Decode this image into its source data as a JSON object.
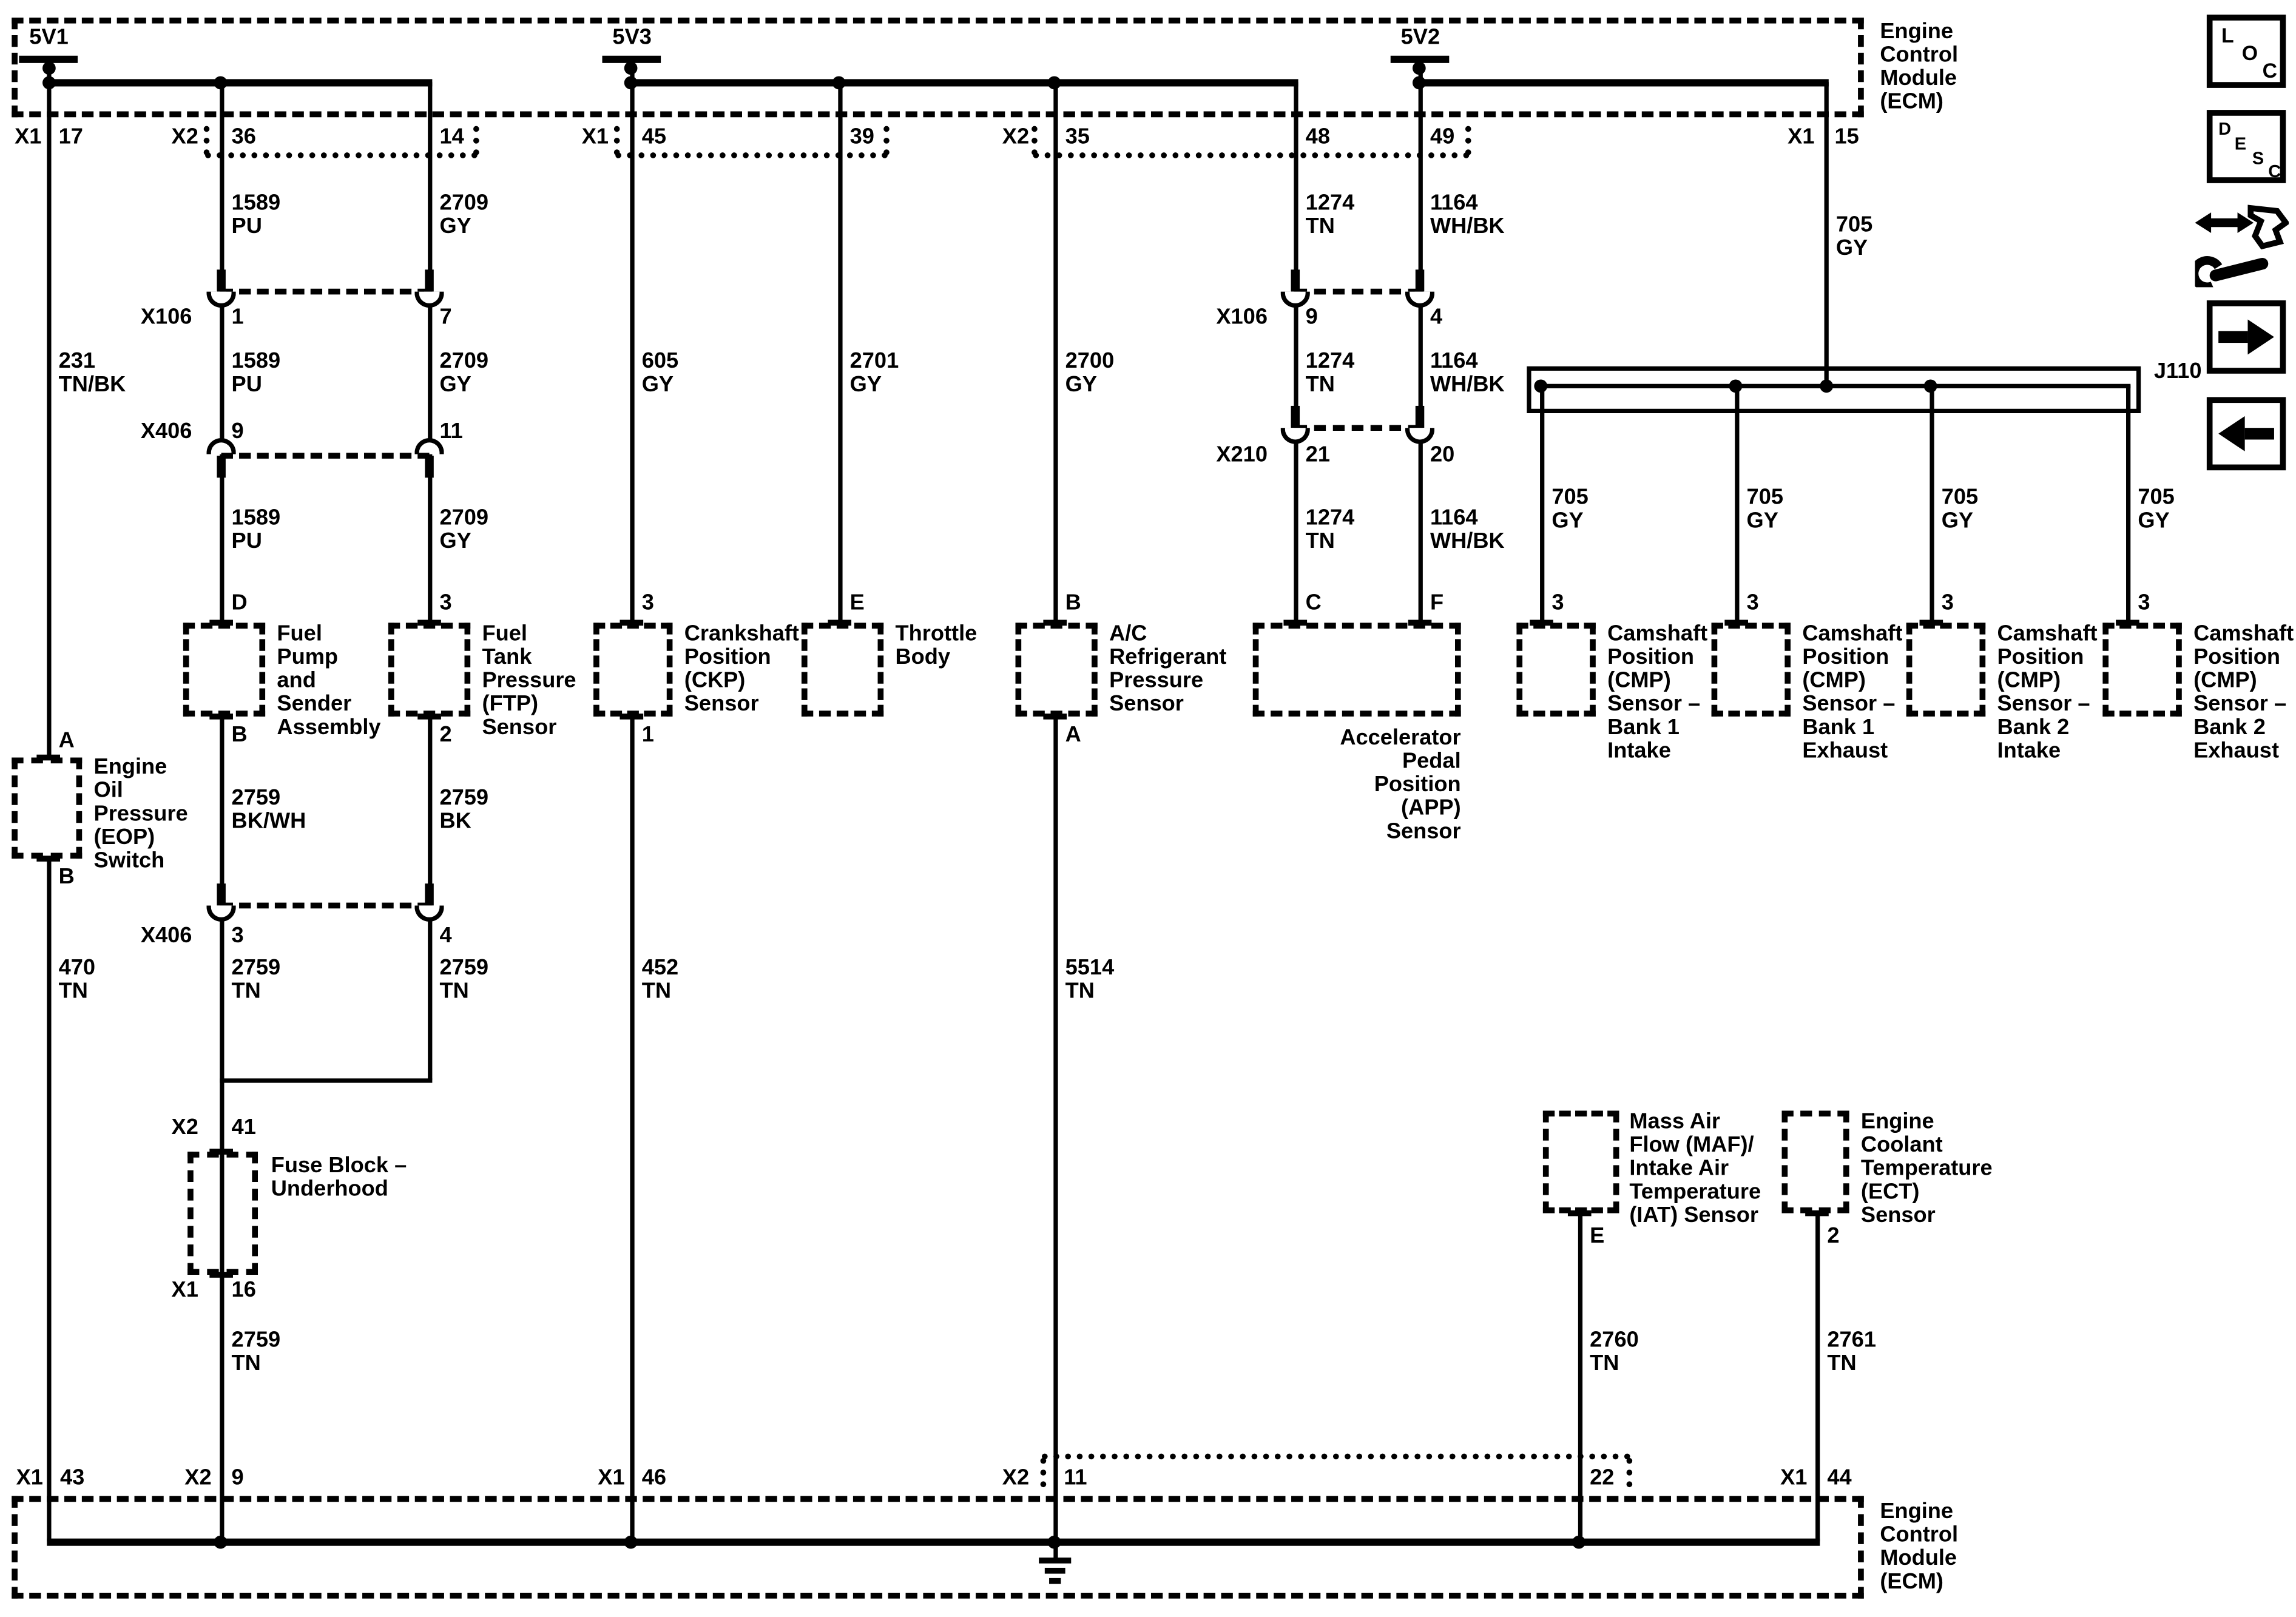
{
  "ecm": {
    "top_label": "Engine\nControl\nModule\n(ECM)",
    "bottom_label": "Engine\nControl\nModule\n(ECM)"
  },
  "power_rails": [
    {
      "name": "5V1"
    },
    {
      "name": "5V3"
    },
    {
      "name": "5V2"
    }
  ],
  "splice": {
    "name": "J110"
  },
  "ecm_pins": [
    {
      "conn": "X1",
      "num": "17"
    },
    {
      "conn": "X2",
      "num": "36"
    },
    {
      "num": "14"
    },
    {
      "conn": "X1",
      "num": "45"
    },
    {
      "num": "39"
    },
    {
      "conn": "X2",
      "num": "35"
    },
    {
      "num": "48"
    },
    {
      "num": "49"
    },
    {
      "conn": "X1",
      "num": "15"
    },
    {
      "conn": "X1",
      "num": "43"
    },
    {
      "conn": "X2",
      "num": "9"
    },
    {
      "conn": "X1",
      "num": "46"
    },
    {
      "conn": "X2",
      "num": "11"
    },
    {
      "num": "22"
    },
    {
      "conn": "X1",
      "num": "44"
    }
  ],
  "fuse_block_pins": [
    {
      "conn": "X2",
      "num": "41"
    },
    {
      "conn": "X1",
      "num": "16"
    }
  ],
  "inline_connectors": [
    {
      "name": "X106",
      "pin_a": "1",
      "pin_b": "7"
    },
    {
      "name": "X406",
      "pin_a": "9",
      "pin_b": "11"
    },
    {
      "name": "X106",
      "pin_a": "9",
      "pin_b": "4"
    },
    {
      "name": "X210",
      "pin_a": "21",
      "pin_b": "20"
    },
    {
      "name": "X406",
      "pin_a": "3",
      "pin_b": "4"
    }
  ],
  "wire_labels": [
    {
      "text": "231\nTN/BK"
    },
    {
      "text": "1589\nPU"
    },
    {
      "text": "2709\nGY"
    },
    {
      "text": "1589\nPU"
    },
    {
      "text": "2709\nGY"
    },
    {
      "text": "1589\nPU"
    },
    {
      "text": "2709\nGY"
    },
    {
      "text": "605\nGY"
    },
    {
      "text": "2701\nGY"
    },
    {
      "text": "2700\nGY"
    },
    {
      "text": "1274\nTN"
    },
    {
      "text": "1164\nWH/BK"
    },
    {
      "text": "1274\nTN"
    },
    {
      "text": "1164\nWH/BK"
    },
    {
      "text": "1274\nTN"
    },
    {
      "text": "1164\nWH/BK"
    },
    {
      "text": "705\nGY"
    },
    {
      "text": "705\nGY"
    },
    {
      "text": "705\nGY"
    },
    {
      "text": "705\nGY"
    },
    {
      "text": "705\nGY"
    },
    {
      "text": "2759\nBK/WH"
    },
    {
      "text": "2759\nBK"
    },
    {
      "text": "470\nTN"
    },
    {
      "text": "2759\nTN"
    },
    {
      "text": "2759\nTN"
    },
    {
      "text": "452\nTN"
    },
    {
      "text": "5514\nTN"
    },
    {
      "text": "2759\nTN"
    },
    {
      "text": "2760\nTN"
    },
    {
      "text": "2761\nTN"
    }
  ],
  "devices": [
    {
      "label": "Fuel\nPump\nand\nSender\nAssembly",
      "top_pin": "D",
      "bottom_pin": "B"
    },
    {
      "label": "Fuel\nTank\nPressure\n(FTP)\nSensor",
      "top_pin": "3",
      "bottom_pin": "2"
    },
    {
      "label": "Crankshaft\nPosition\n(CKP)\nSensor",
      "top_pin": "3",
      "bottom_pin": "1"
    },
    {
      "label": "Throttle\nBody",
      "top_pin": "E"
    },
    {
      "label": "A/C\nRefrigerant\nPressure\nSensor",
      "top_pin": "B",
      "bottom_pin": "A"
    },
    {
      "label": "Accelerator\nPedal\nPosition\n(APP)\nSensor",
      "pin_c": "C",
      "pin_f": "F"
    },
    {
      "label": "Camshaft\nPosition\n(CMP)\nSensor –\nBank 1\nIntake",
      "top_pin": "3"
    },
    {
      "label": "Camshaft\nPosition\n(CMP)\nSensor –\nBank 1\nExhaust",
      "top_pin": "3"
    },
    {
      "label": "Camshaft\nPosition\n(CMP)\nSensor –\nBank 2\nIntake",
      "top_pin": "3"
    },
    {
      "label": "Camshaft\nPosition\n(CMP)\nSensor –\nBank 2\nExhaust",
      "top_pin": "3"
    },
    {
      "label": "Engine\nOil\nPressure\n(EOP)\nSwitch",
      "top_pin": "A",
      "bottom_pin": "B"
    },
    {
      "label": "Fuse Block –\nUnderhood"
    },
    {
      "label": "Mass Air\nFlow (MAF)/\nIntake Air\nTemperature\n(IAT) Sensor",
      "bottom_pin": "E"
    },
    {
      "label": "Engine\nCoolant\nTemperature\n(ECT)\nSensor",
      "bottom_pin": "2"
    }
  ],
  "icons": {
    "loc_letters": [
      "L",
      "O",
      "C"
    ],
    "desc_letters": [
      "D",
      "E",
      "S",
      "C"
    ]
  },
  "colors": {
    "line": "#000000",
    "background": "#ffffff"
  }
}
